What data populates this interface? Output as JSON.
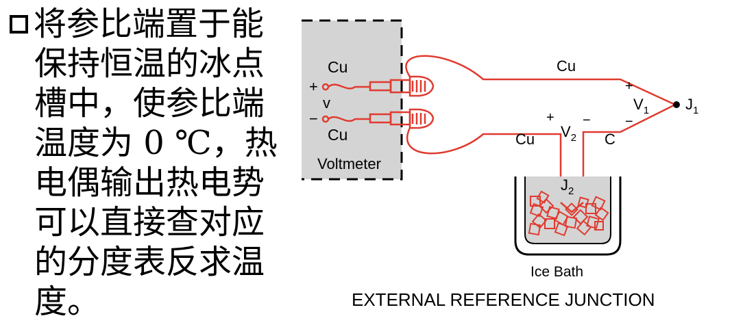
{
  "text": {
    "lines": [
      "将参比端置于能",
      "保持恒温的冰点",
      "槽中，使参比端",
      "温度为 0 ℃，热",
      "电偶输出热电势",
      "可以直接查对应",
      "的分度表反求温",
      "度。"
    ]
  },
  "diagram": {
    "voltmeter_label": "Voltmeter",
    "cu_top": "Cu",
    "cu_bottom": "Cu",
    "v_label": "v",
    "plus": "+",
    "minus": "−",
    "cu_wire_top": "Cu",
    "cu_wire_mid": "Cu",
    "c_wire": "C",
    "v1": "V",
    "v1_sub": "1",
    "v2": "V",
    "v2_sub": "2",
    "j1": "J",
    "j1_sub": "1",
    "j2": "J",
    "j2_sub": "2",
    "ice_bath": "Ice Bath",
    "caption": "EXTERNAL REFERENCE JUNCTION"
  },
  "colors": {
    "wire": "#e03a2f",
    "panel": "#d4d4d4",
    "ink": "#000000"
  }
}
